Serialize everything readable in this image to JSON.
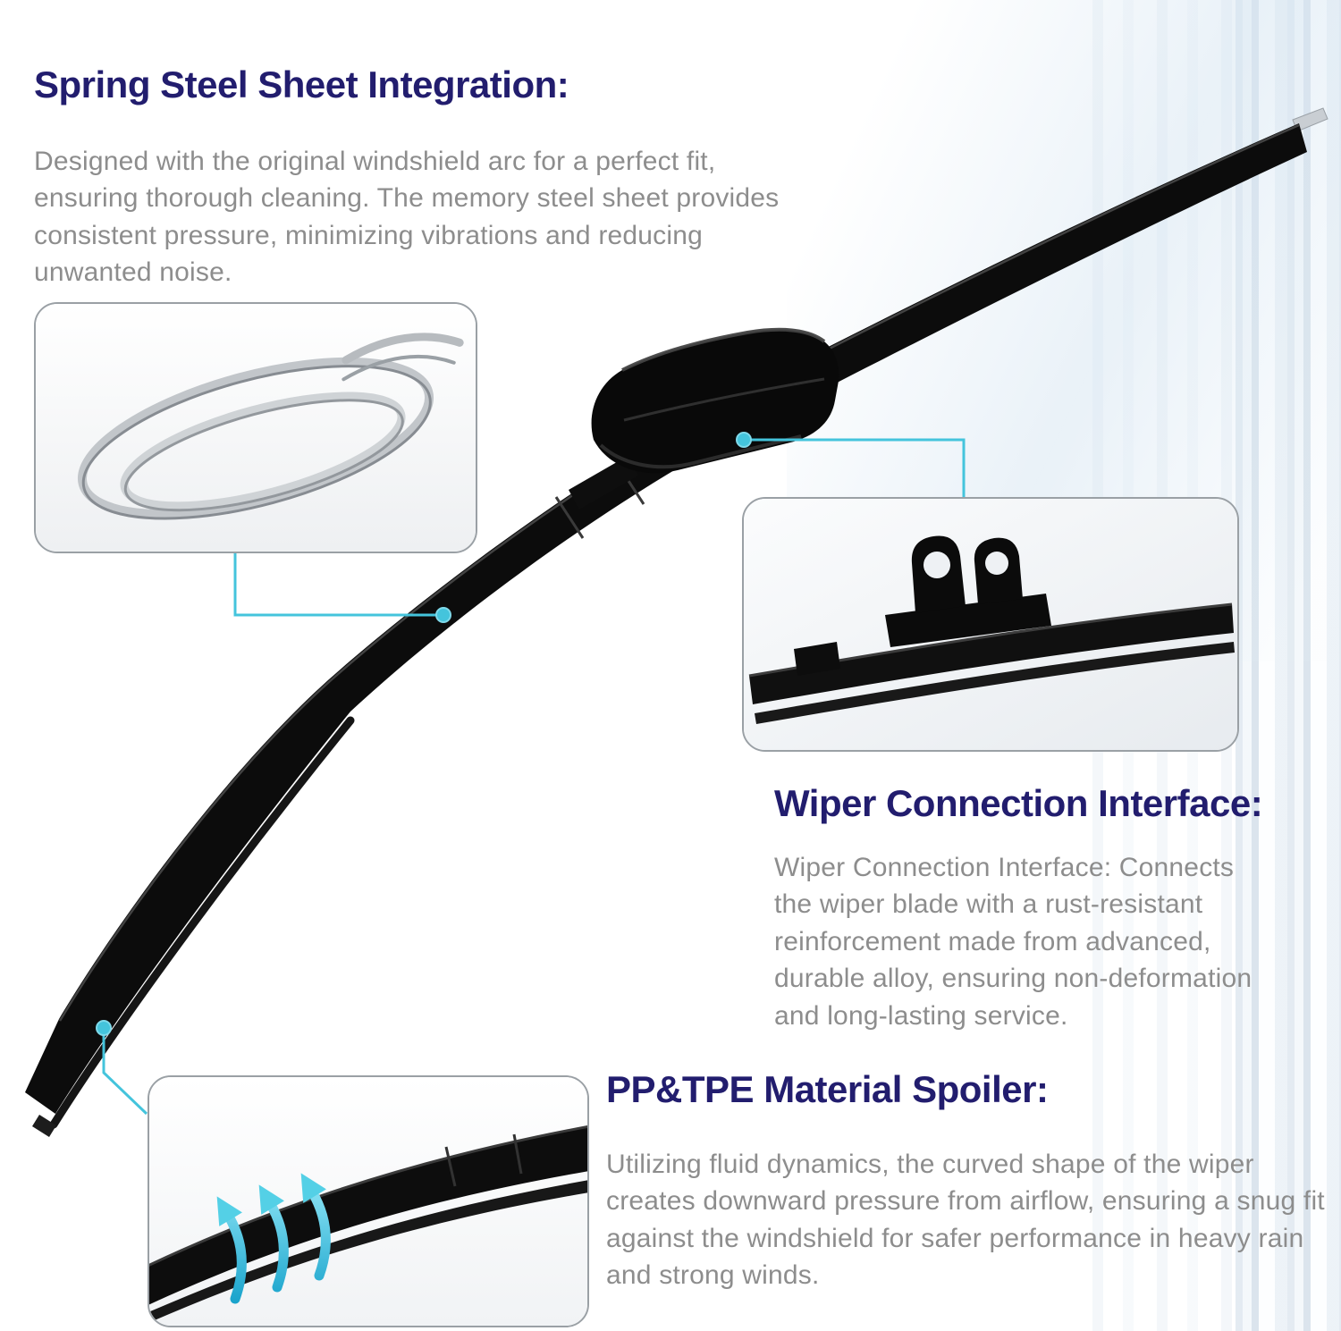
{
  "colors": {
    "title_navy": "#221d6e",
    "body_gray": "#8d8d8d",
    "callout_cyan": "#44c4dc",
    "blade_black": "#0c0c0c",
    "steel_gray": "#c2c6ca"
  },
  "sections": {
    "spring_steel": {
      "title": "Spring Steel Sheet Integration:",
      "body": "Designed with the original windshield arc for a perfect fit, ensuring thorough cleaning. The memory steel sheet provides consistent pressure, minimizing vibrations and reducing unwanted noise."
    },
    "connection": {
      "title": "Wiper Connection Interface:",
      "body": "Wiper Connection Interface: Connects the wiper blade with a rust-resistant reinforcement made from advanced, durable alloy, ensuring non-deformation and long-lasting service."
    },
    "spoiler": {
      "title": "PP&TPE Material Spoiler:",
      "body": "Utilizing fluid dynamics, the curved shape of the wiper creates downward pressure from airflow, ensuring a snug fit against the windshield for safer performance in heavy rain and strong winds."
    }
  },
  "icons": {
    "airflow_arrow": "curved-up-arrow",
    "callout_marker": "dot",
    "airflow_arrow_count": 3
  }
}
